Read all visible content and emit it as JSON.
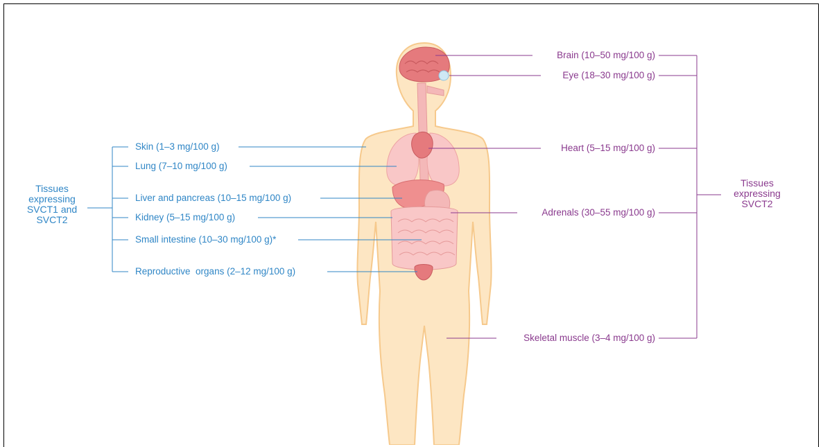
{
  "left_group": {
    "title_lines": [
      "Tissues",
      "expressing",
      "SVCT1 and",
      "SVCT2"
    ],
    "color": "#2f86c6",
    "items": [
      {
        "label": "Skin (1–3 mg/100 g)"
      },
      {
        "label": "Lung (7–10 mg/100 g)"
      },
      {
        "label": "Liver and pancreas (10–15 mg/100 g)"
      },
      {
        "label": "Kidney (5–15 mg/100 g)"
      },
      {
        "label": "Small intestine (10–30 mg/100 g)*"
      },
      {
        "label": "Reproductive  organs (2–12 mg/100 g)"
      }
    ]
  },
  "right_group": {
    "title_lines": [
      "Tissues",
      "expressing",
      "SVCT2"
    ],
    "color": "#8a3a8e",
    "items": [
      {
        "label": "Brain (10–50 mg/100 g)"
      },
      {
        "label": "Eye (18–30 mg/100 g)"
      },
      {
        "label": "Heart (5–15 mg/100 g)"
      },
      {
        "label": "Adrenals (30–55 mg/100 g)"
      },
      {
        "label": "Skeletal muscle (3–4 mg/100 g)"
      }
    ]
  },
  "colors": {
    "body_fill": "#fde6c3",
    "body_outline": "#f6c98c",
    "organ": "#f4a3a3",
    "organ_dark": "#e57a7d",
    "eye": "#cfe8f5"
  }
}
